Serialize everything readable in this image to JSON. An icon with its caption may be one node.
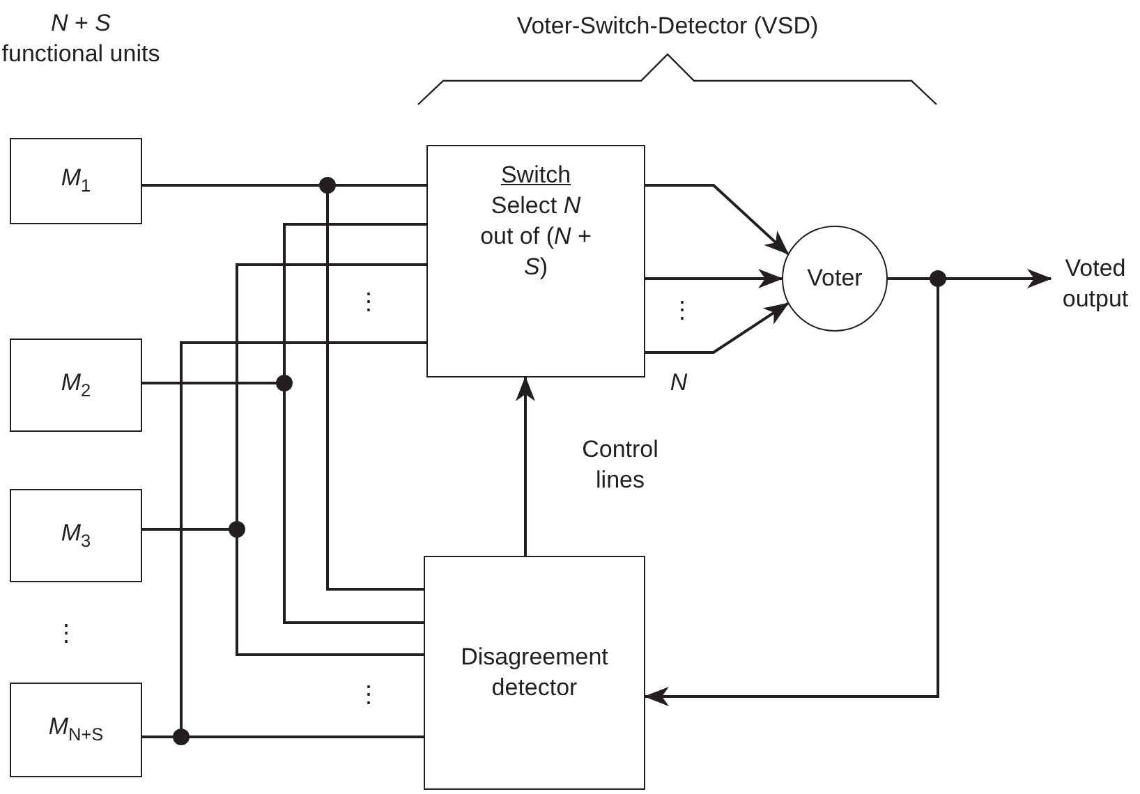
{
  "diagram": {
    "title": "Voter-Switch-Detector (VSD)",
    "nodes": [
      {
        "text": [
          "*M*$_{1}$"
        ]
      },
      {
        "text": [
          "*M*$_{2}$"
        ]
      },
      {
        "text": [
          "*M*$_{3}$"
        ]
      },
      {
        "text": [
          "*M*$_{N+S}$"
        ]
      },
      {
        "text": [
          "Switch",
          "Select *N* out of (*N* + *S*)"
        ]
      },
      {
        "text": [
          "Voter"
        ]
      },
      {
        "text": [
          "Voted output"
        ]
      },
      {
        "text": [
          "Disagreement detector"
        ]
      }
    ],
    "edges": [
      {
        "from": 0,
        "to": 4,
        "arrow": "none"
      },
      {
        "from": 0,
        "to": 7,
        "arrow": "none"
      },
      {
        "from": 1,
        "to": 4,
        "arrow": "none"
      },
      {
        "from": 1,
        "to": 7,
        "arrow": "none"
      },
      {
        "from": 2,
        "to": 4,
        "arrow": "none"
      },
      {
        "from": 2,
        "to": 7,
        "arrow": "none"
      },
      {
        "from": 3,
        "to": 4,
        "arrow": "none"
      },
      {
        "from": 3,
        "to": 7,
        "arrow": "none"
      },
      {
        "from": 7,
        "to": 4,
        "arrow": "to",
        "label": "Control lines"
      },
      {
        "from": 4,
        "to": 5,
        "arrow": "to"
      },
      {
        "from": 4,
        "to": 5,
        "arrow": "to"
      },
      {
        "from": 4,
        "to": 5,
        "arrow": "to"
      },
      {
        "from": 5,
        "to": 6,
        "arrow": "to"
      },
      {
        "from": 5,
        "to": 7,
        "arrow": "to"
      }
    ],
    "labels": [
      "*N* + *S* functional units",
      "⋮",
      "⋮",
      "*N*",
      "⋮",
      "⋮"
    ]
  }
}
